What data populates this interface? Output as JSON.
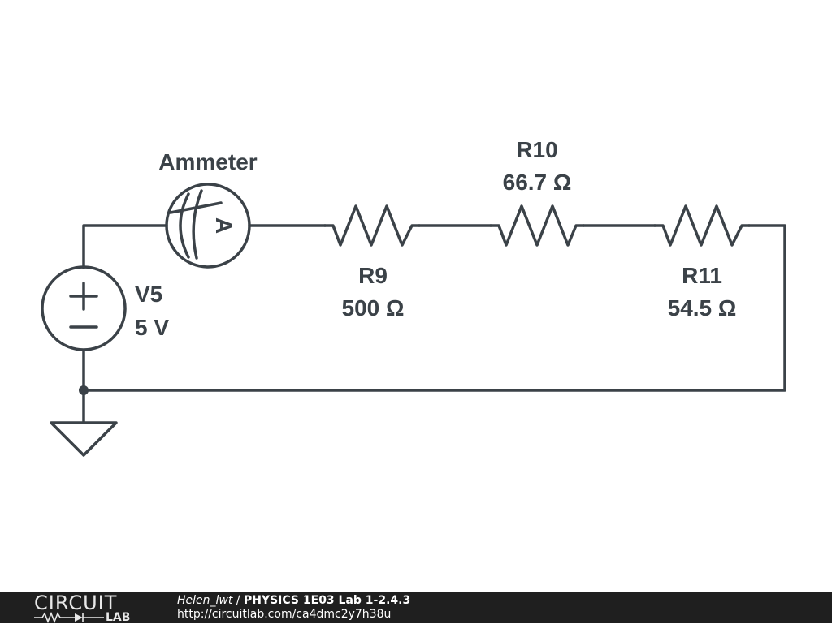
{
  "schematic": {
    "ammeter": {
      "label": "Ammeter",
      "symbol": "A"
    },
    "source": {
      "name": "V5",
      "value": "5 V",
      "plus": "+",
      "minus": "−"
    },
    "resistors": [
      {
        "name": "R9",
        "value": "500 Ω"
      },
      {
        "name": "R10",
        "value": "66.7 Ω"
      },
      {
        "name": "R11",
        "value": "54.5 Ω"
      }
    ],
    "colors": {
      "wire": "#3b4248",
      "footer_bg": "#1f1f1f",
      "footer_text": "#ffffff"
    }
  },
  "footer": {
    "logo_top": "CIRCUIT",
    "logo_bottom": "LAB",
    "author": "Helen_lwt",
    "separator": " / ",
    "title": "PHYSICS 1E03 Lab 1-2.4.3",
    "url": "http://circuitlab.com/ca4dmc2y7h38u"
  }
}
